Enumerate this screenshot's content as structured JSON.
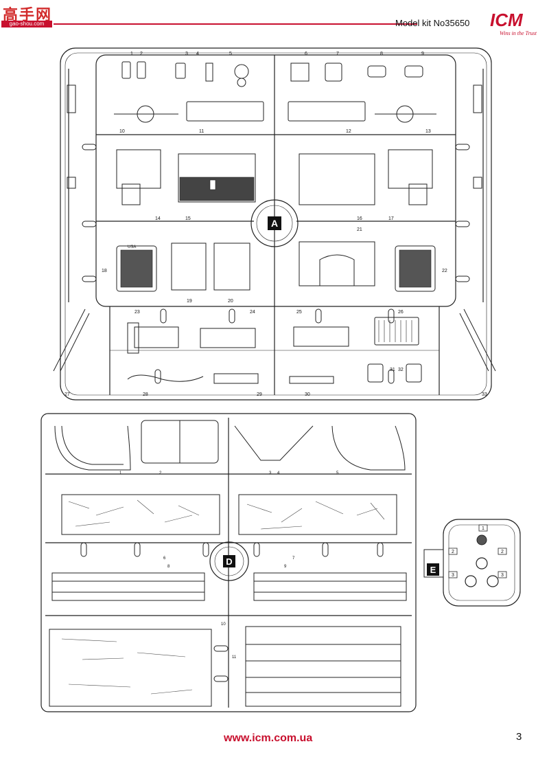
{
  "header": {
    "site_logo_cn": "高手网",
    "site_logo_url": "gao-shou.com",
    "model_kit": "Model kit No35650",
    "brand": "ICM",
    "brand_tagline": "Wins in the Trust"
  },
  "footer": {
    "website": "www.icm.com.ua",
    "page_number": "3"
  },
  "sprue_a": {
    "label": "A",
    "part_numbers": [
      "1",
      "2",
      "3",
      "4",
      "5",
      "6",
      "7",
      "8",
      "9",
      "10",
      "11",
      "12",
      "13",
      "14",
      "15",
      "16",
      "17",
      "18",
      "19",
      "20",
      "21",
      "22",
      "23",
      "24",
      "25",
      "26",
      "27",
      "28",
      "29",
      "30",
      "31",
      "32",
      "33"
    ],
    "radiator_label": "USA"
  },
  "sprue_d": {
    "label": "D",
    "part_numbers": [
      "1",
      "2",
      "3",
      "4",
      "5",
      "6",
      "7",
      "8",
      "9",
      "10",
      "11"
    ]
  },
  "sprue_e": {
    "label": "E",
    "part_numbers": [
      "1",
      "2",
      "2",
      "3",
      "3"
    ]
  }
}
